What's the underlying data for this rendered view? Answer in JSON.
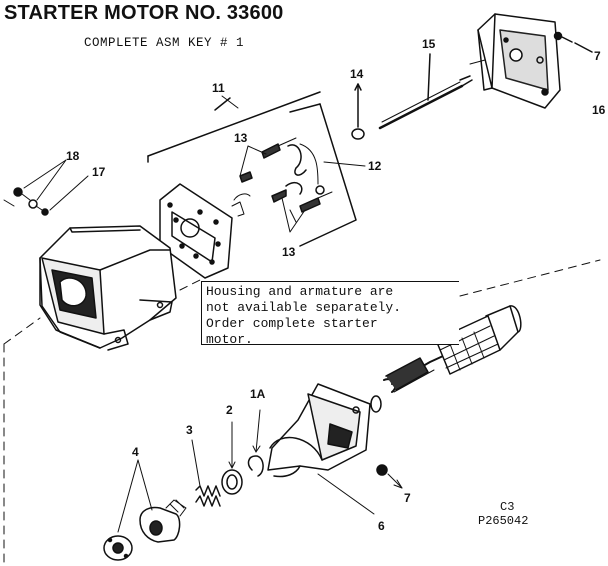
{
  "title": "STARTER MOTOR NO. 33600",
  "subtitle": "COMPLETE ASM KEY # 1",
  "note_lines": [
    "Housing and armature are",
    "not available separately.",
    "Order complete starter",
    "motor."
  ],
  "callouts": {
    "c1A": "1A",
    "c2": "2",
    "c3": "3",
    "c4": "4",
    "c6": "6",
    "c7_top": "7",
    "c7_bottom": "7",
    "c11": "11",
    "c12": "12",
    "c13_top": "13",
    "c13_bottom": "13",
    "c14": "14",
    "c15": "15",
    "c16": "16",
    "c17": "17",
    "c18": "18"
  },
  "drawing_code": "C3",
  "drawing_number": "P265042"
}
